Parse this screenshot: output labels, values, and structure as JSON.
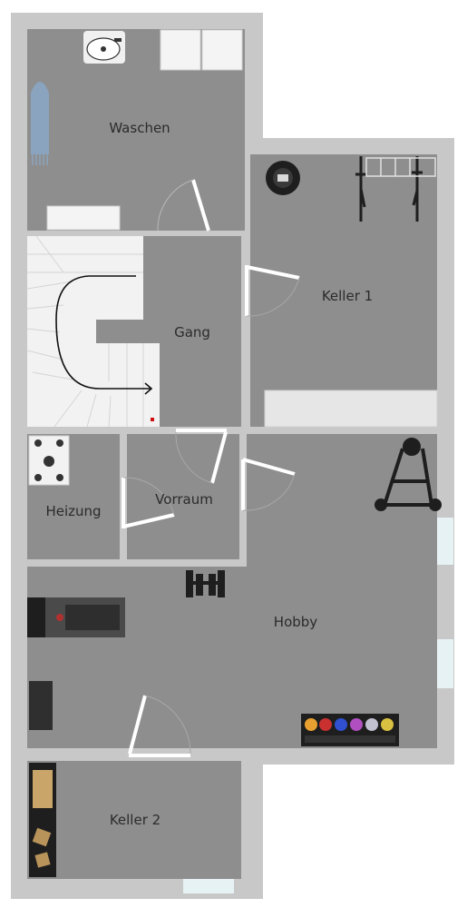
{
  "rooms": {
    "waschen": "Waschen",
    "keller1": "Keller 1",
    "gang": "Gang",
    "heizung": "Heizung",
    "vorraum": "Vorraum",
    "hobby": "Hobby",
    "keller2": "Keller 2"
  },
  "colors": {
    "wall": "#c8c8c8",
    "floor": "#8e8e8e",
    "stairs": "#f2f2f2",
    "door": "#ffffff",
    "window": "#e6f2f4",
    "furniture": "#1e1e1e"
  },
  "icons": {
    "washbasin": "washbasin-icon",
    "washer": "washing-machine-icon",
    "ironing_board": "ironing-board-icon",
    "robot_vacuum": "robot-vacuum-icon",
    "bikes": "bicycle-icon",
    "boiler": "boiler-icon",
    "rack": "power-rack-icon",
    "treadmill": "treadmill-icon",
    "dumbbells": "dumbbell-icon",
    "kettlebells": "kettlebell-rack-icon",
    "bench": "bench-icon",
    "shelf": "shelf-icon"
  }
}
